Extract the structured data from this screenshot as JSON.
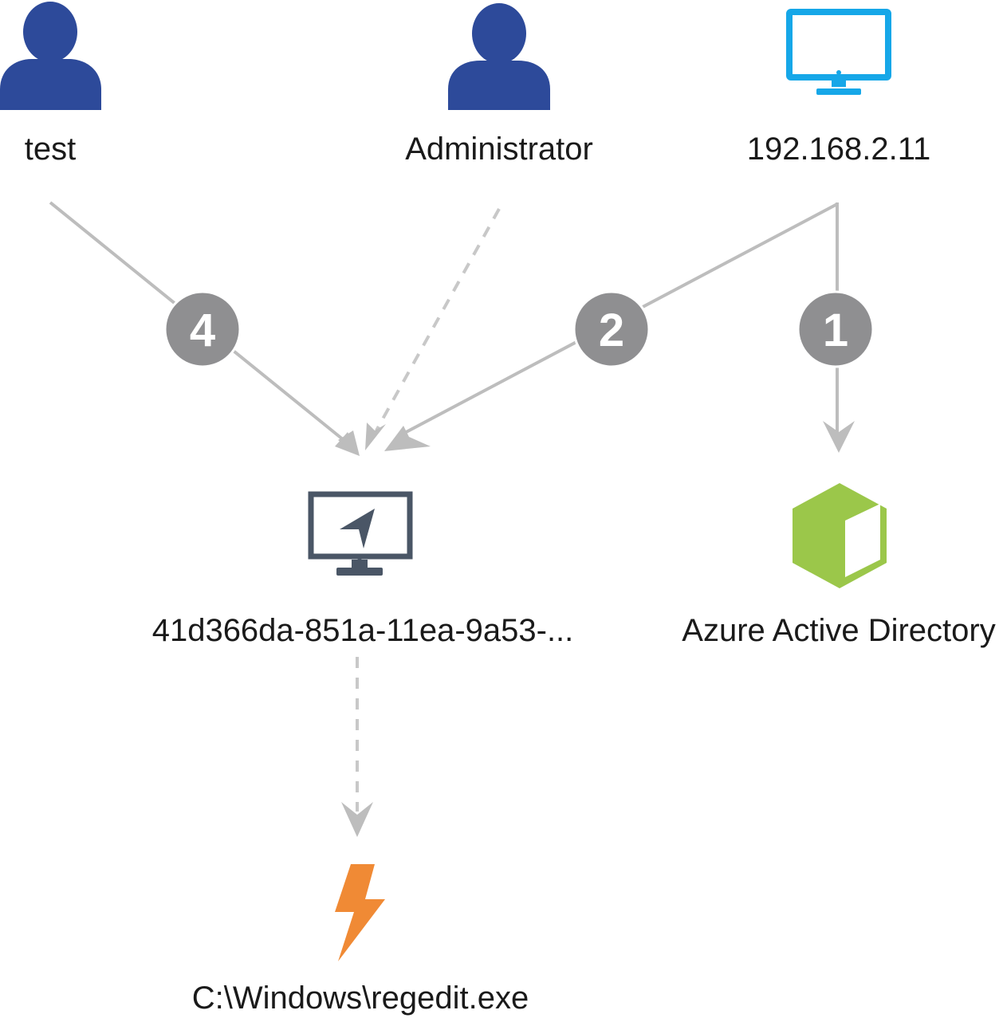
{
  "nodes": {
    "user_test": {
      "label": "test",
      "icon": "user-icon",
      "color": "#2d4a9a"
    },
    "user_admin": {
      "label": "Administrator",
      "icon": "user-icon",
      "color": "#2d4a9a"
    },
    "ip_host": {
      "label": "192.168.2.11",
      "icon": "monitor-icon",
      "color": "#16a7e8"
    },
    "device": {
      "label": "41d366da-851a-11ea-9a53-...",
      "icon": "monitor-cursor-icon",
      "color": "#4a5666"
    },
    "aad": {
      "label": "Azure Active Directory",
      "icon": "cube-icon",
      "color": "#9bc74a"
    },
    "process": {
      "label": "C:\\Windows\\regedit.exe",
      "icon": "lightning-icon",
      "color": "#f08a35"
    }
  },
  "edges": [
    {
      "from": "ip_host",
      "to": "aad",
      "step": "1",
      "style": "solid"
    },
    {
      "from": "ip_host",
      "to": "device",
      "step": "2",
      "style": "solid"
    },
    {
      "from": "user_test",
      "to": "device",
      "step": "4",
      "style": "solid"
    },
    {
      "from": "user_admin",
      "to": "device",
      "step": "",
      "style": "dashed"
    },
    {
      "from": "device",
      "to": "process",
      "step": "",
      "style": "dashed"
    }
  ],
  "colors": {
    "edge": "#bdbdbd",
    "badge": "#8f8f91"
  }
}
